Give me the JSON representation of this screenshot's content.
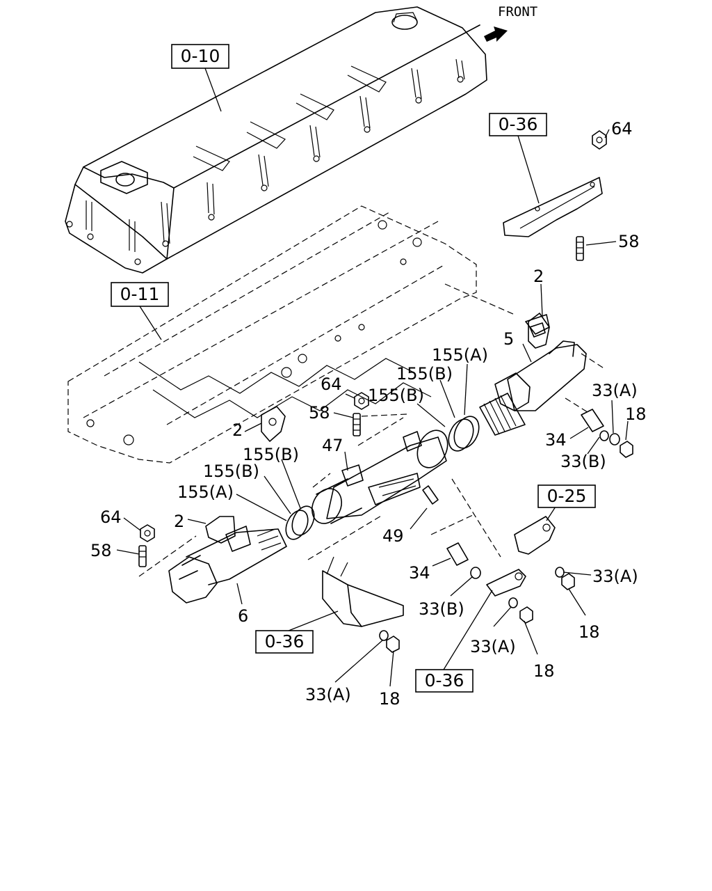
{
  "front_label": "FRONT",
  "refs": {
    "r010": "0-10",
    "r011": "0-11",
    "r036a": "0-36",
    "r025": "0-25",
    "r036b": "0-36",
    "r036c": "0-36"
  },
  "callouts": {
    "c64a": "64",
    "c58a": "58",
    "c2a": "2",
    "c5": "5",
    "c155a1": "155(A)",
    "c155b1": "155(B)",
    "c155b2": "155(B)",
    "c64b": "64",
    "c58b": "58",
    "c33a1": "33(A)",
    "c18a": "18",
    "c34a": "34",
    "c33b1": "33(B)",
    "c2b": "2",
    "c47": "47",
    "c155b3": "155(B)",
    "c155b4": "155(B)",
    "c155a2": "155(A)",
    "c64c": "64",
    "c2c": "2",
    "c58c": "58",
    "c49": "49",
    "c6": "6",
    "c34b": "34",
    "c33b2": "33(B)",
    "c33a2": "33(A)",
    "c18b": "18",
    "c33a3": "33(A)",
    "c18c": "18",
    "c33a4": "33(A)",
    "c18d": "18"
  }
}
